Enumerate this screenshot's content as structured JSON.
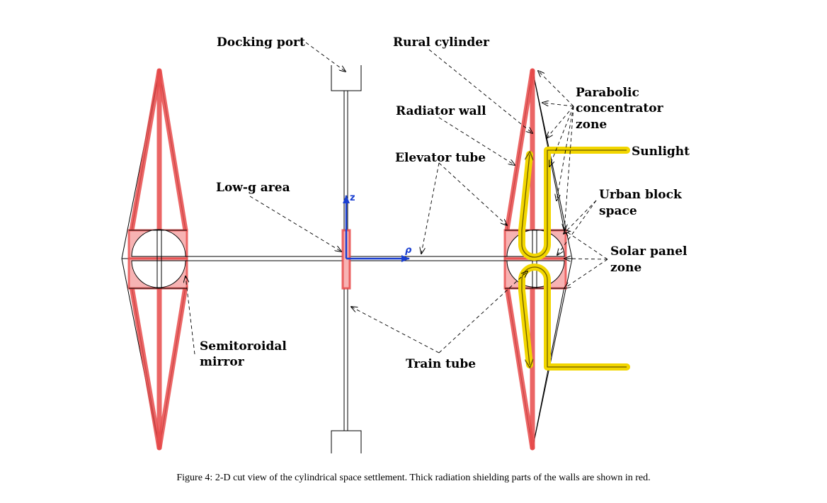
{
  "labels": {
    "docking_port": "Docking port",
    "rural_cylinder": "Rural cylinder",
    "parabolic": "Parabolic",
    "concentrator": "concentrator",
    "zone": "zone",
    "radiator_wall": "Radiator wall",
    "sunlight": "Sunlight",
    "elevator_tube": "Elevator tube",
    "low_g_area": "Low-g area",
    "urban_block": "Urban block",
    "space": "space",
    "solar_panel": "Solar panel",
    "solar_zone": "zone",
    "semitoroidal": "Semitoroidal",
    "mirror": "mirror",
    "train_tube": "Train tube"
  },
  "axes": {
    "z": "z",
    "rho": "ρ"
  },
  "colors": {
    "shielding": "#e84a4a",
    "sunlight": "#f2d600",
    "axes": "#1a3fd1"
  },
  "caption": "Figure 4: 2-D cut view of the cylindrical space settlement. Thick radiation shielding parts of the walls are shown in red."
}
